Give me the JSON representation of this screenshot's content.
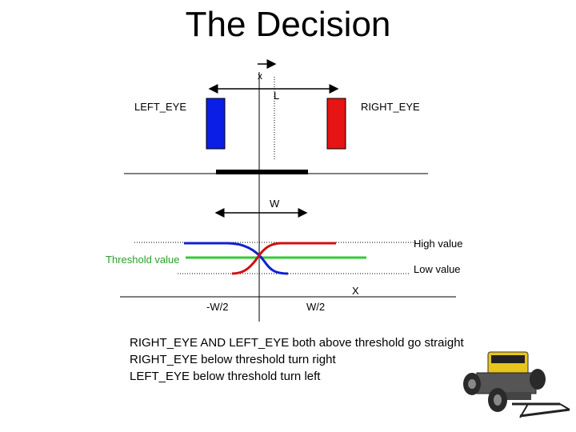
{
  "slide": {
    "title": "The Decision"
  },
  "sensor_diagram": {
    "x_label": "x",
    "l_label": "L",
    "left_eye_label": "LEFT_EYE",
    "right_eye_label": "RIGHT_EYE",
    "w_label": "W",
    "left_eye_color": "#0a1ee6",
    "right_eye_color": "#e61414"
  },
  "response_plot": {
    "high_label": "High value",
    "low_label": "Low value",
    "threshold_label": "Threshold value",
    "x_label": "X",
    "neg_half_w_label": "-W/2",
    "pos_half_w_label": "W/2",
    "left_curve_color": "#1020d0",
    "right_curve_color": "#d01010",
    "threshold_color": "#33cc33"
  },
  "rules": [
    "RIGHT_EYE AND LEFT_EYE both above threshold go straight",
    "RIGHT_EYE below threshold turn right",
    "LEFT_EYE below threshold turn left"
  ],
  "robot_image": {
    "icon": "lego-robot-car"
  }
}
